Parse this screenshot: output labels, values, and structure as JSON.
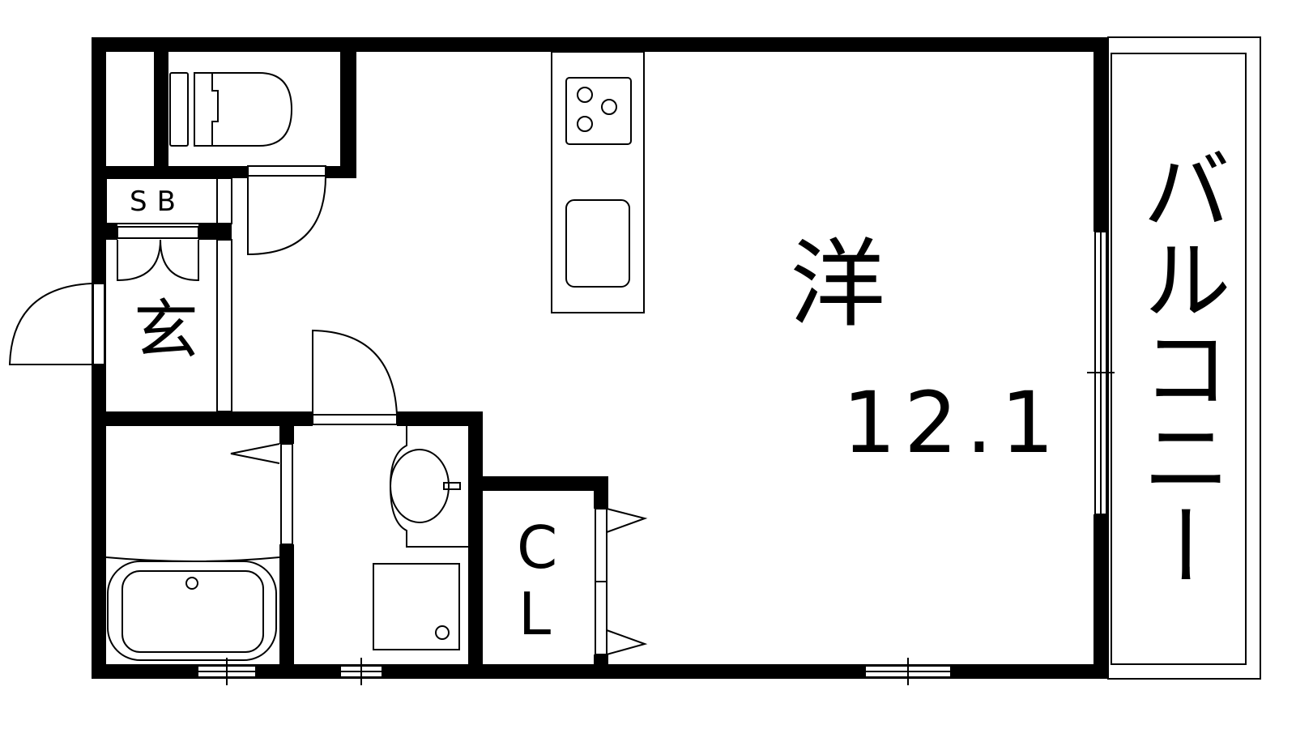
{
  "plan": {
    "rooms": {
      "shoe_box": "SB",
      "entrance": "玄",
      "western_room": "洋",
      "western_room_size": "12.1",
      "closet_c": "C",
      "closet_l": "L",
      "balcony": "バルコニー"
    },
    "colors": {
      "wall": "#000000",
      "background": "#ffffff"
    }
  }
}
